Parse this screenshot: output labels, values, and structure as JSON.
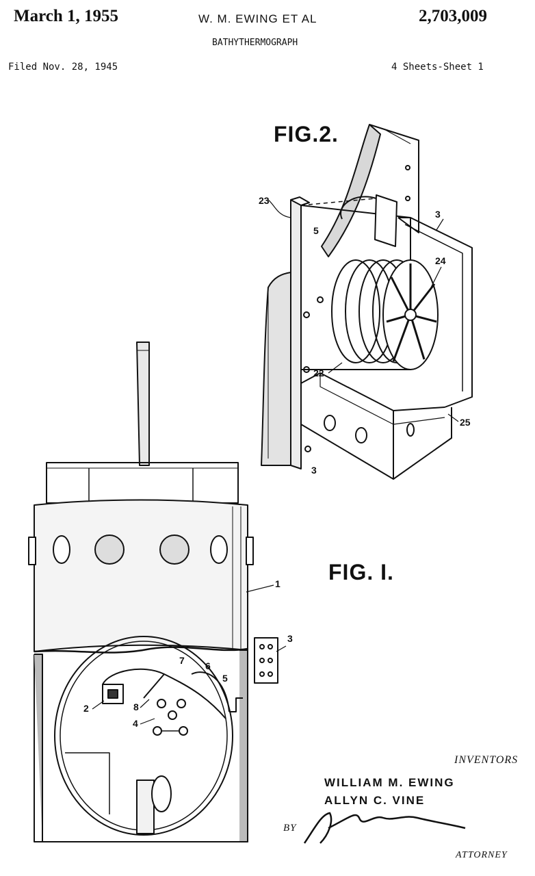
{
  "header": {
    "date": "March 1, 1955",
    "inventor_line": "W. M. EWING ET AL",
    "patent_number": "2,703,009",
    "title": "BATHYTHERMOGRAPH",
    "filed": "Filed Nov. 28, 1945",
    "sheets": "4 Sheets-Sheet 1"
  },
  "figures": {
    "fig2_label": "FIG.2.",
    "fig1_label": "FIG. I.",
    "fig2_refs": [
      "23",
      "5",
      "3",
      "24",
      "22",
      "25",
      "3"
    ],
    "fig1_refs": [
      "1",
      "3",
      "7",
      "6",
      "5",
      "2",
      "8",
      "4"
    ]
  },
  "footer": {
    "inventors_label": "INVENTORS",
    "inventor1": "WILLIAM M. EWING",
    "inventor2": "ALLYN C. VINE",
    "by": "BY",
    "attorney": "ATTORNEY"
  }
}
